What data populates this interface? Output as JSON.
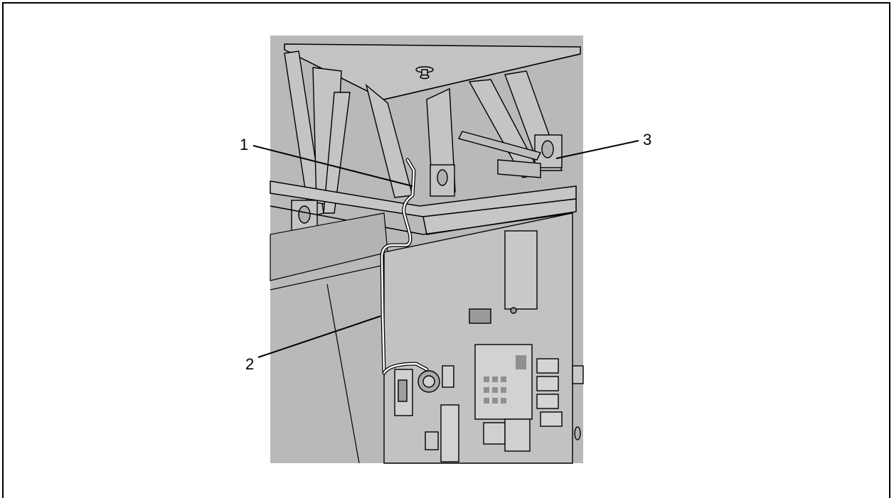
{
  "callouts": [
    {
      "id": "1",
      "label": "1"
    },
    {
      "id": "2",
      "label": "2"
    },
    {
      "id": "3",
      "label": "3"
    }
  ],
  "colors": {
    "background": "#ffffff",
    "illustration_fill": "#b9b9b9",
    "illustration_dark": "#9a9a9a",
    "line": "#000000",
    "cable": "#ffffff"
  }
}
